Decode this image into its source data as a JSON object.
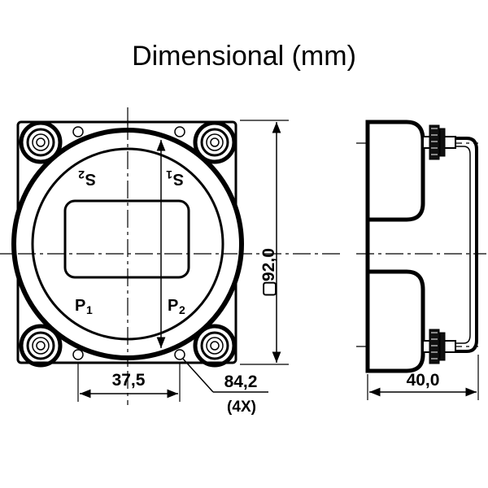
{
  "title": "Dimensional (mm)",
  "labels": {
    "s1_main": "S",
    "s1_sub": "1",
    "s2_main": "S",
    "s2_sub": "2",
    "p1_main": "P",
    "p1_sub": "1",
    "p2_main": "P",
    "p2_sub": "2"
  },
  "dimensions": {
    "hole_spacing": "37,5",
    "diameter": "92,0",
    "diameter_symbol": "▢",
    "bolt_circle": "84,2",
    "bolt_count": "(4X)",
    "depth": "40,0"
  }
}
